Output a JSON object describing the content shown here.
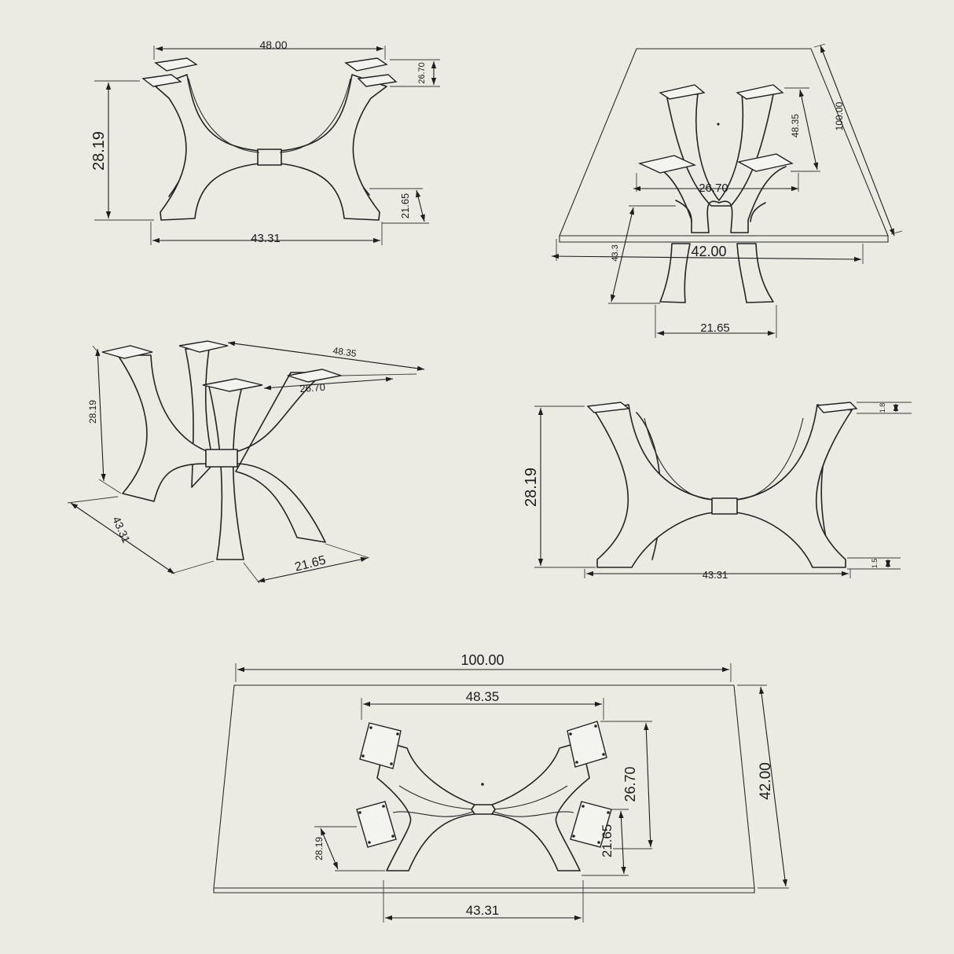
{
  "views": {
    "front": {
      "dims": {
        "width_top": "48.00",
        "height": "28.19",
        "width_bottom": "43.31",
        "plate_side": "26.70",
        "foot_side": "21.65"
      }
    },
    "perspective_top": {
      "dims": {
        "top_length": "100.00",
        "plate_span": "48.35",
        "plate_width": "26.70",
        "top_width": "42.00",
        "foot_width": "21.65",
        "foot_span": "43.3"
      }
    },
    "isometric": {
      "dims": {
        "top_span": "48.35",
        "top_width": "26.70",
        "height": "28.19",
        "bottom_span": "43.31",
        "bottom_width": "21.65"
      }
    },
    "side": {
      "dims": {
        "height": "28.19",
        "bottom_span": "43.31",
        "plate_offset": "1.8",
        "foot_offset": "1.5"
      }
    },
    "plan": {
      "dims": {
        "length": "100.00",
        "plate_span": "48.35",
        "width": "42.00",
        "plate_width": "26.70",
        "foot_width": "21.65",
        "height": "28.19",
        "foot_span": "43.31"
      }
    }
  }
}
